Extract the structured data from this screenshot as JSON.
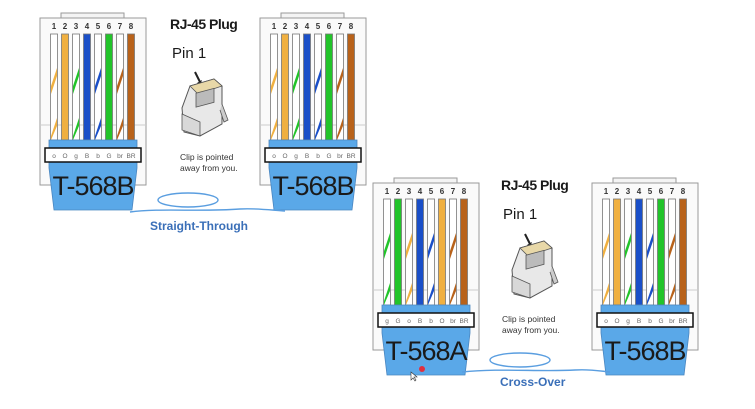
{
  "colors": {
    "orange": "#f0b040",
    "green": "#22c42a",
    "blue": "#1a4fc8",
    "brown": "#b8621a",
    "white": "#ffffff",
    "boot": "#5aa8e8",
    "cable": "#5a9ee0",
    "label_blue": "#3a6fb8"
  },
  "connectors": [
    {
      "id": "top-left",
      "label": "T-568B",
      "pin_numbers": [
        "1",
        "2",
        "3",
        "4",
        "5",
        "6",
        "7",
        "8"
      ],
      "wires": [
        "white-orange",
        "orange",
        "white-green",
        "blue",
        "white-blue",
        "green",
        "white-brown",
        "brown"
      ],
      "strip": [
        "o",
        "O",
        "g",
        "B",
        "b",
        "G",
        "br",
        "BR"
      ]
    },
    {
      "id": "top-right",
      "label": "T-568B",
      "pin_numbers": [
        "1",
        "2",
        "3",
        "4",
        "5",
        "6",
        "7",
        "8"
      ],
      "wires": [
        "white-orange",
        "orange",
        "white-green",
        "blue",
        "white-blue",
        "green",
        "white-brown",
        "brown"
      ],
      "strip": [
        "o",
        "O",
        "g",
        "B",
        "b",
        "G",
        "br",
        "BR"
      ]
    },
    {
      "id": "bottom-left",
      "label": "T-568A",
      "pin_numbers": [
        "1",
        "2",
        "3",
        "4",
        "5",
        "6",
        "7",
        "8"
      ],
      "wires": [
        "white-green",
        "green",
        "white-orange",
        "blue",
        "white-blue",
        "orange",
        "white-brown",
        "brown"
      ],
      "strip": [
        "g",
        "G",
        "o",
        "B",
        "b",
        "O",
        "br",
        "BR"
      ]
    },
    {
      "id": "bottom-right",
      "label": "T-568B",
      "pin_numbers": [
        "1",
        "2",
        "3",
        "4",
        "5",
        "6",
        "7",
        "8"
      ],
      "wires": [
        "white-orange",
        "orange",
        "white-green",
        "blue",
        "white-blue",
        "green",
        "white-brown",
        "brown"
      ],
      "strip": [
        "o",
        "O",
        "g",
        "B",
        "b",
        "G",
        "br",
        "BR"
      ]
    }
  ],
  "plugs": [
    {
      "title": "RJ-45 Plug",
      "pin_label": "Pin 1",
      "note_line1": "Clip is pointed",
      "note_line2": "away from you."
    },
    {
      "title": "RJ-45 Plug",
      "pin_label": "Pin 1",
      "note_line1": "Clip is pointed",
      "note_line2": "away from you."
    }
  ],
  "cables": [
    {
      "label": "Straight-Through"
    },
    {
      "label": "Cross-Over"
    }
  ]
}
